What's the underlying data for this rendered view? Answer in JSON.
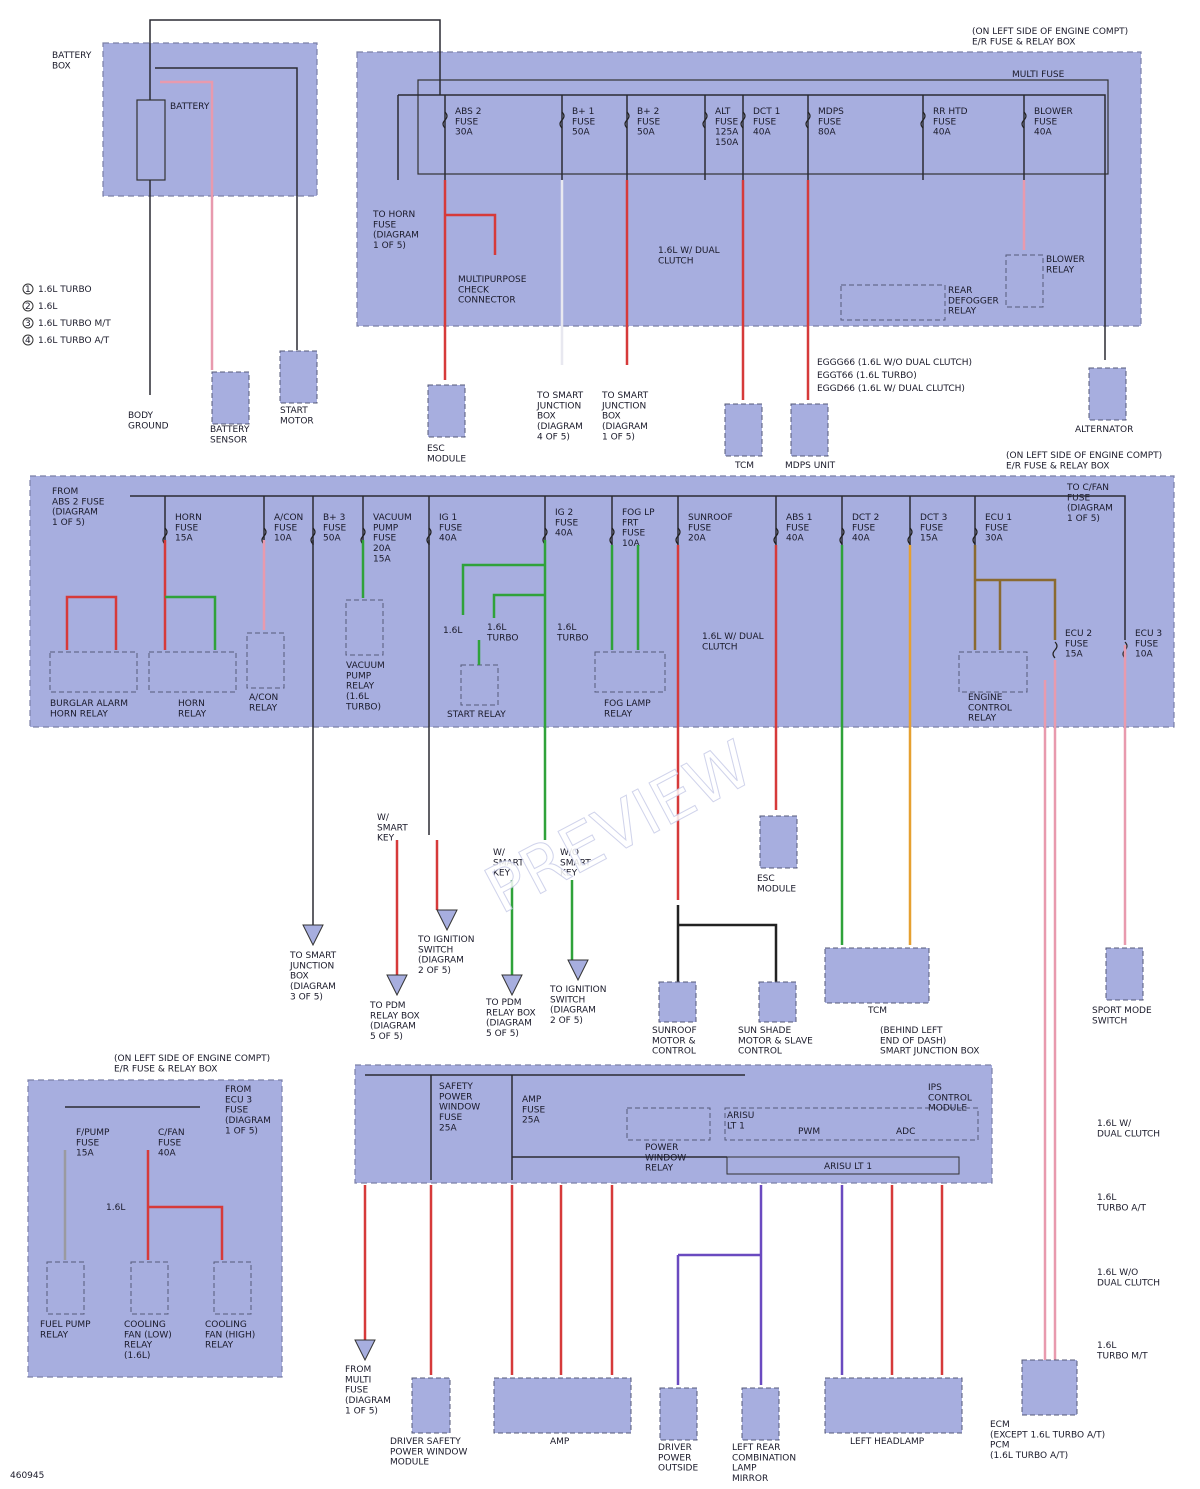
{
  "page_id": "460945",
  "watermark": "PREVIEW",
  "legend": [
    {
      "num": "1",
      "text": "1.6L TURBO"
    },
    {
      "num": "2",
      "text": "1.6L"
    },
    {
      "num": "3",
      "text": "1.6L TURBO M/T"
    },
    {
      "num": "4",
      "text": "1.6L TURBO A/T"
    }
  ],
  "top_section": {
    "battery_box": "BATTERY\nBOX",
    "battery": "BATTERY",
    "box_note": "(ON LEFT SIDE OF ENGINE COMPT)\nE/R FUSE & RELAY BOX",
    "multi_fuse": "MULTI FUSE",
    "fuses": [
      {
        "name": "ABS 2\nFUSE\n30A"
      },
      {
        "name": "B+ 1\nFUSE\n50A"
      },
      {
        "name": "B+ 2\nFUSE\n50A"
      },
      {
        "name": "ALT\nFUSE\n125A\n150A"
      },
      {
        "name": "DCT 1\nFUSE\n40A"
      },
      {
        "name": "MDPS\nFUSE\n80A"
      },
      {
        "name": "RR HTD\nFUSE\n40A"
      },
      {
        "name": "BLOWER\nFUSE\n40A"
      }
    ],
    "labels": {
      "to_horn_fuse": "TO HORN\nFUSE\n(DIAGRAM\n1 OF 5)",
      "mpcc": "MULTIPURPOSE\nCHECK\nCONNECTOR",
      "dual_clutch": "1.6L W/ DUAL\nCLUTCH",
      "rear_defogger": "REAR\nDEFOGGER\nRELAY",
      "blower_relay": "BLOWER\nRELAY",
      "body_ground": "BODY\nGROUND",
      "battery_sensor": "BATTERY\nSENSOR",
      "start_motor": "START\nMOTOR",
      "esc_module": "ESC\nMODULE",
      "to_sjb_b": "TO SMART\nJUNCTION\nBOX\n(DIAGRAM\n4 OF 5)",
      "to_sjb_c": "TO SMART\nJUNCTION\nBOX\n(DIAGRAM\n1 OF 5)",
      "tcm": "TCM",
      "mdps": "MDPS UNIT",
      "alternator": "ALTERNATOR",
      "eggg": "EGGG66  (1.6L W/O DUAL CLUTCH)",
      "eggt": "EGGT66  (1.6L TURBO)",
      "eggd": "EGGD66  (1.6L W/ DUAL CLUTCH)"
    }
  },
  "mid_section": {
    "box_note": "(ON LEFT SIDE OF ENGINE COMPT)\nE/R FUSE & RELAY BOX",
    "from_abs2": "FROM\nABS 2 FUSE\n(DIAGRAM\n1 OF 5)",
    "to_cfan": "TO C/FAN\nFUSE\n(DIAGRAM\n1 OF 5)",
    "fuses": [
      "HORN\nFUSE\n15A",
      "A/CON\nFUSE\n10A",
      "B+ 3\nFUSE\n50A",
      "VACUUM\nPUMP\nFUSE\n20A\n15A",
      "IG 1\nFUSE\n40A",
      "IG 2\nFUSE\n40A",
      "FOG LP\nFRT\nFUSE\n10A",
      "SUNROOF\nFUSE\n20A",
      "ABS 1\nFUSE\n40A",
      "DCT 2\nFUSE\n40A",
      "DCT 3\nFUSE\n15A",
      "ECU 1\nFUSE\n30A",
      "ECU 2\nFUSE\n15A",
      "ECU 3\nFUSE\n10A"
    ],
    "relays": [
      "BURGLAR ALARM\nHORN RELAY",
      "HORN\nRELAY",
      "A/CON\nRELAY",
      "VACUUM\nPUMP\nRELAY\n(1.6L\nTURBO)",
      "START RELAY",
      "FOG LAMP\nRELAY",
      "ENGINE\nCONTROL\nRELAY"
    ],
    "dual_clutch": "1.6L W/ DUAL\nCLUTCH",
    "l16": "1.6L",
    "l16turbo": "1.6L\nTURBO"
  },
  "lower_section": {
    "to_sjb_d": "TO SMART\nJUNCTION\nBOX\n(DIAGRAM\n3 OF 5)",
    "w_smart_key": "W/\nSMART\nKEY",
    "wo_smart_key": "W/O\nSMART\nKEY",
    "to_ign_e": "TO IGNITION\nSWITCH\n(DIAGRAM\n2 OF 5)",
    "to_pdm_r": "TO PDM\nRELAY BOX\n(DIAGRAM\n5 OF 5)",
    "to_pdm_s": "TO PDM\nRELAY BOX\n(DIAGRAM\n5 OF 5)",
    "to_ign_f": "TO IGNITION\nSWITCH\n(DIAGRAM\n2 OF 5)",
    "esc_module": "ESC\nMODULE",
    "tcm": "TCM",
    "sunroof": "SUNROOF\nMOTOR &\nCONTROL",
    "sunshade": "SUN SHADE\nMOTOR & SLAVE\nCONTROL",
    "sport_mode": "SPORT MODE\nSWITCH"
  },
  "bottom_left_box": {
    "note": "(ON LEFT SIDE OF ENGINE COMPT)\nE/R FUSE & RELAY BOX",
    "from_ecu3": "FROM\nECU 3\nFUSE\n(DIAGRAM\n1 OF 5)",
    "fpump": "F/PUMP\nFUSE\n15A",
    "cfan": "C/FAN\nFUSE\n40A",
    "fuel_pump": "FUEL PUMP\nRELAY",
    "cf_low": "COOLING\nFAN (LOW)\nRELAY\n(1.6L)",
    "cf_high": "COOLING\nFAN (HIGH)\nRELAY",
    "l16": "1.6L"
  },
  "sjb_section": {
    "note": "(BEHIND LEFT\nEND OF DASH)\nSMART JUNCTION BOX",
    "ips": "IPS\nCONTROL\nMODULE",
    "spw_fuse": "SAFETY\nPOWER\nWINDOW\nFUSE\n25A",
    "amp_fuse": "AMP\nFUSE\n25A",
    "pw_relay": "POWER\nWINDOW\nRELAY",
    "arisu": "ARISU\nLT 1",
    "pwm": "PWM",
    "adc": "ADC",
    "arisu_lt1": "ARISU LT 1",
    "from_multi": "FROM\nMULTI\nFUSE\n(DIAGRAM\n1 OF 5)",
    "driver_spw": "DRIVER SAFETY\nPOWER WINDOW\nMODULE",
    "amp": "AMP",
    "driver_mirror": "DRIVER\nPOWER\nOUTSIDE",
    "lr_lamp": "LEFT REAR\nCOMBINATION\nLAMP\nMIRROR",
    "left_headlamp": "LEFT HEADLAMP",
    "ecm": "ECM\n(EXCEPT 1.6L TURBO A/T)\nPCM\n(1.6L TURBO A/T)"
  },
  "ecm_side": [
    "1.6L W/\nDUAL CLUTCH",
    "1.6L\nTURBO A/T",
    "1.6L W/O\nDUAL CLUTCH",
    "1.6L\nTURBO M/T"
  ]
}
